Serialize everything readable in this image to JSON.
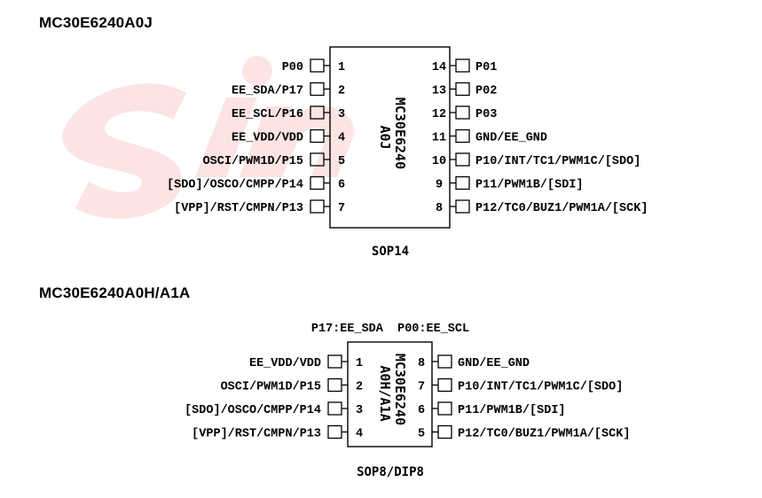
{
  "chip1": {
    "title": "MC30E6240A0J",
    "chip_text": [
      "MC30E6240",
      "A0J"
    ],
    "package": "SOP14",
    "left_pins": [
      {
        "name": "P00",
        "num": "1"
      },
      {
        "name": "EE_SDA/P17",
        "num": "2"
      },
      {
        "name": "EE_SCL/P16",
        "num": "3"
      },
      {
        "name": "EE_VDD/VDD",
        "num": "4"
      },
      {
        "name": "OSCI/PWM1D/P15",
        "num": "5"
      },
      {
        "name": "[SDO]/OSCO/CMPP/P14",
        "num": "6"
      },
      {
        "name": "[VPP]/RST/CMPN/P13",
        "num": "7"
      }
    ],
    "right_pins": [
      {
        "name": "P01",
        "num": "14"
      },
      {
        "name": "P02",
        "num": "13"
      },
      {
        "name": "P03",
        "num": "12"
      },
      {
        "name": "GND/EE_GND",
        "num": "11"
      },
      {
        "name": "P10/INT/TC1/PWM1C/[SDO]",
        "num": "10"
      },
      {
        "name": "P11/PWM1B/[SDI]",
        "num": "9"
      },
      {
        "name": "P12/TC0/BUZ1/PWM1A/[SCK]",
        "num": "8"
      }
    ]
  },
  "chip2": {
    "title": "MC30E6240A0H/A1A",
    "note": "P17:EE_SDA  P00:EE_SCL",
    "chip_text": [
      "MC30E6240",
      "A0H/A1A"
    ],
    "package": "SOP8/DIP8",
    "left_pins": [
      {
        "name": "EE_VDD/VDD",
        "num": "1"
      },
      {
        "name": "OSCI/PWM1D/P15",
        "num": "2"
      },
      {
        "name": "[SDO]/OSCO/CMPP/P14",
        "num": "3"
      },
      {
        "name": "[VPP]/RST/CMPN/P13",
        "num": "4"
      }
    ],
    "right_pins": [
      {
        "name": "GND/EE_GND",
        "num": "8"
      },
      {
        "name": "P10/INT/TC1/PWM1C/[SDO]",
        "num": "7"
      },
      {
        "name": "P11/PWM1B/[SDI]",
        "num": "6"
      },
      {
        "name": "P12/TC0/BUZ1/PWM1A/[SCK]",
        "num": "5"
      }
    ]
  }
}
